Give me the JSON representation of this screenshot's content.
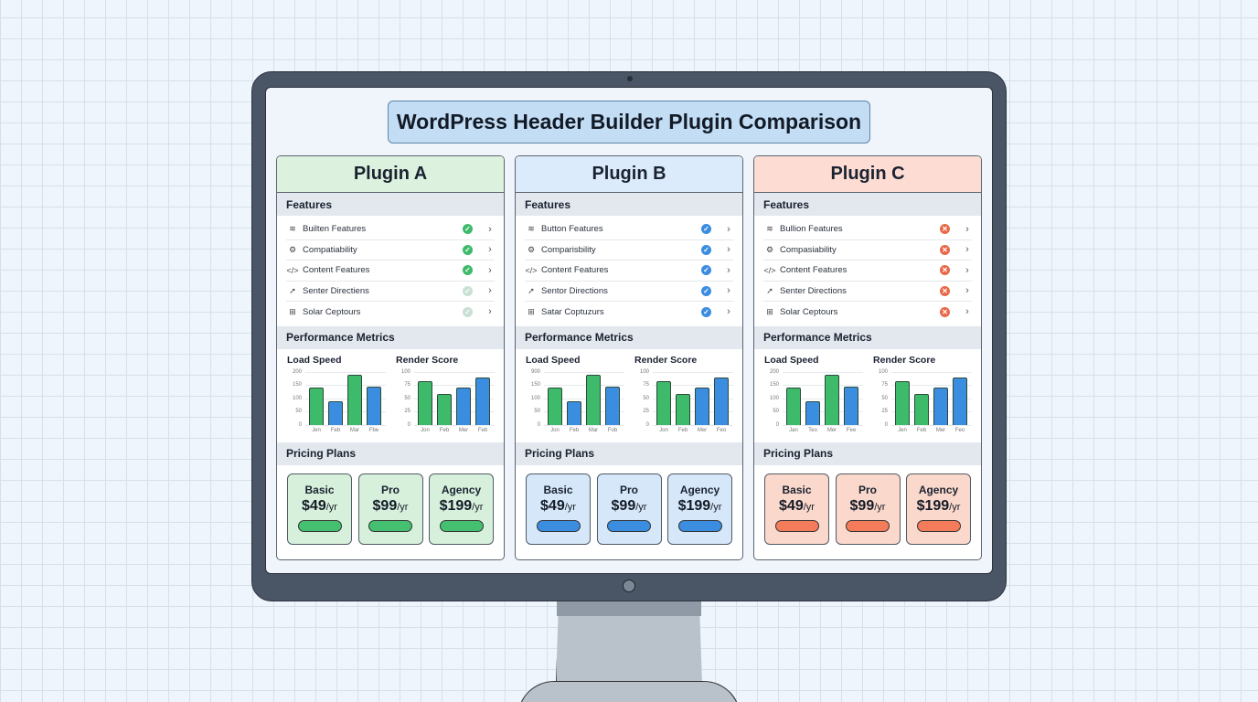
{
  "page": {
    "title": "WordPress Header Builder Plugin Comparison"
  },
  "sections": {
    "features": "Features",
    "metrics": "Performance Metrics",
    "pricing": "Pricing Plans"
  },
  "charts_labels": {
    "load_speed": "Load Speed",
    "render_score": "Render Score"
  },
  "plugins": [
    {
      "name": "Plugin A",
      "theme": {
        "header_bg": "#dcf2df",
        "accent": "#3dba6a",
        "plan_bg": "#d7f0dc",
        "btn": "#45c070",
        "status_muted": "#c9e0d4"
      },
      "features": [
        {
          "icon": "layers-icon",
          "glyph": "≋",
          "label": "Builten Features",
          "status": "check"
        },
        {
          "icon": "gear-icon",
          "glyph": "⚙",
          "label": "Compatiability",
          "status": "check"
        },
        {
          "icon": "code-icon",
          "glyph": "</>",
          "label": "Content Features",
          "status": "check"
        },
        {
          "icon": "rocket-icon",
          "glyph": "➚",
          "label": "Senter Directiens",
          "status": "muted"
        },
        {
          "icon": "table-icon",
          "glyph": "⊞",
          "label": "Solar Ceptours",
          "status": "muted"
        }
      ],
      "load_speed": {
        "yticks": [
          "200",
          "150",
          "100",
          "50",
          "0"
        ],
        "xticks": [
          "Jen",
          "Feb",
          "Mar",
          "Fbe"
        ]
      },
      "render_score": {
        "yticks": [
          "100",
          "75",
          "50",
          "25",
          "0"
        ],
        "xticks": [
          "Jon",
          "Feb",
          "Mer",
          "Feb"
        ]
      },
      "plans": [
        {
          "name": "Basic",
          "price": "$49",
          "unit": "/yr"
        },
        {
          "name": "Pro",
          "price": "$99",
          "unit": "/yr"
        },
        {
          "name": "Agency",
          "price": "$199",
          "unit": "/yr"
        }
      ]
    },
    {
      "name": "Plugin B",
      "theme": {
        "header_bg": "#dcebfb",
        "accent": "#3b8de0",
        "plan_bg": "#d5e7f9",
        "btn": "#3b8de0",
        "status_muted": "#3b8de0"
      },
      "features": [
        {
          "icon": "layers-icon",
          "glyph": "≋",
          "label": "Button Features",
          "status": "check"
        },
        {
          "icon": "gear-icon",
          "glyph": "⚙",
          "label": "Comparisbility",
          "status": "check"
        },
        {
          "icon": "code-icon",
          "glyph": "</>",
          "label": "Content Features",
          "status": "check"
        },
        {
          "icon": "rocket-icon",
          "glyph": "➚",
          "label": "Sentor Directions",
          "status": "check"
        },
        {
          "icon": "table-icon",
          "glyph": "⊞",
          "label": "Satar Coptuzurs",
          "status": "check"
        }
      ],
      "load_speed": {
        "yticks": [
          "900",
          "150",
          "100",
          "50",
          "0"
        ],
        "xticks": [
          "Jon",
          "Feb",
          "Mar",
          "Fob"
        ]
      },
      "render_score": {
        "yticks": [
          "100",
          "75",
          "50",
          "25",
          "0"
        ],
        "xticks": [
          "Jon",
          "Feb",
          "Mer",
          "Feo"
        ]
      },
      "plans": [
        {
          "name": "Basic",
          "price": "$49",
          "unit": "/yr"
        },
        {
          "name": "Pro",
          "price": "$99",
          "unit": "/yr"
        },
        {
          "name": "Agency",
          "price": "$199",
          "unit": "/yr"
        }
      ]
    },
    {
      "name": "Plugin C",
      "theme": {
        "header_bg": "#fcdcd3",
        "accent": "#e8694a",
        "plan_bg": "#fbd8cc",
        "btn": "#f47c5a",
        "status_muted": "#e8694a"
      },
      "features": [
        {
          "icon": "layers-icon",
          "glyph": "≋",
          "label": "Bullion Features",
          "status": "cross"
        },
        {
          "icon": "gear-icon",
          "glyph": "⚙",
          "label": "Compasiability",
          "status": "cross"
        },
        {
          "icon": "code-icon",
          "glyph": "</>",
          "label": "Content Features",
          "status": "cross"
        },
        {
          "icon": "rocket-icon",
          "glyph": "➚",
          "label": "Senter Directions",
          "status": "cross"
        },
        {
          "icon": "table-icon",
          "glyph": "⊞",
          "label": "Solar Ceptours",
          "status": "cross"
        }
      ],
      "load_speed": {
        "yticks": [
          "200",
          "150",
          "100",
          "50",
          "0"
        ],
        "xticks": [
          "Jan",
          "Teo",
          "Mer",
          "Fee"
        ]
      },
      "render_score": {
        "yticks": [
          "100",
          "75",
          "50",
          "25",
          "0"
        ],
        "xticks": [
          "Jen",
          "Feb",
          "Mer",
          "Feo"
        ]
      },
      "plans": [
        {
          "name": "Basic",
          "price": "$49",
          "unit": "/yr"
        },
        {
          "name": "Pro",
          "price": "$99",
          "unit": "/yr"
        },
        {
          "name": "Agency",
          "price": "$199",
          "unit": "/yr"
        }
      ]
    }
  ],
  "chart_data": [
    {
      "type": "bar",
      "title": "Load Speed",
      "categories": [
        "Jan",
        "Feb",
        "Mar",
        "Feb"
      ],
      "values": [
        140,
        87,
        188,
        142
      ],
      "bar_colors": [
        "#3dba6a",
        "#3b8de0",
        "#3dba6a",
        "#3b8de0"
      ],
      "ylim": [
        0,
        200
      ],
      "yticks": [
        0,
        50,
        100,
        150,
        200
      ],
      "grid": true
    },
    {
      "type": "bar",
      "title": "Render Score",
      "categories": [
        "Jan",
        "Feb",
        "Mar",
        "Feb"
      ],
      "values": [
        82,
        58,
        69,
        88
      ],
      "bar_colors": [
        "#3dba6a",
        "#3dba6a",
        "#3b8de0",
        "#3b8de0"
      ],
      "ylim": [
        0,
        100
      ],
      "yticks": [
        0,
        25,
        50,
        75,
        100
      ],
      "grid": true
    }
  ]
}
